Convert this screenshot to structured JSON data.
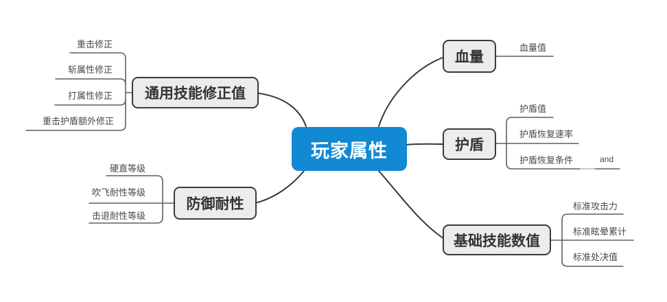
{
  "root": {
    "label": "玩家属性"
  },
  "branches": [
    {
      "label": "通用技能修正值",
      "children": [
        "重击修正",
        "斩属性修正",
        "打属性修正",
        "重击护盾额外修正"
      ]
    },
    {
      "label": "防御耐性",
      "children": [
        "硬直等级",
        "吹飞耐性等级",
        "击退耐性等级"
      ]
    },
    {
      "label": "血量",
      "children": [
        "血量值"
      ]
    },
    {
      "label": "护盾",
      "children": [
        "护盾值",
        "护盾恢复速率",
        "护盾恢复条件"
      ],
      "connector_label": "and"
    },
    {
      "label": "基础技能数值",
      "children": [
        "标准攻击力",
        "标准眩晕累计",
        "标准处决值"
      ]
    }
  ],
  "colors": {
    "background": "#ffffff",
    "root_bg": "#1289d3",
    "root_text": "#ffffff",
    "branch_bg": "#ececec",
    "branch_border": "#3a3a3a",
    "branch_text": "#333333",
    "leaf_text": "#484848",
    "leaf_line": "#5f5f5f",
    "connector_line": "#383838",
    "light_line": "#b8b8b8"
  }
}
